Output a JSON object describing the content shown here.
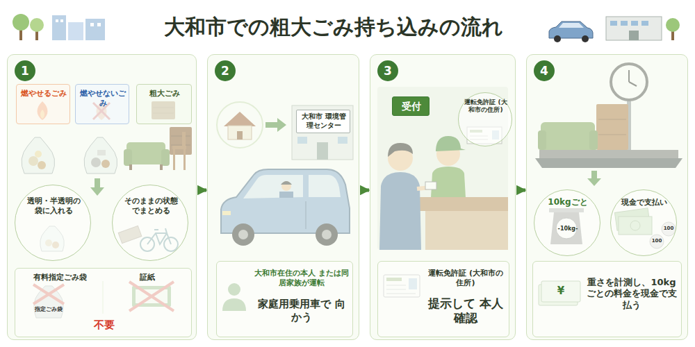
{
  "diagram": {
    "title": "大和市での粗大ごみ持ち込みの流れ",
    "nodes": [
      {
        "text": [
          "1"
        ]
      },
      {
        "text": [
          "燃やせるごみ"
        ],
        "in": 0
      },
      {
        "text": [
          "燃やせないごみ"
        ],
        "in": 0
      },
      {
        "text": [
          "粗大ごみ"
        ],
        "in": 0
      },
      {
        "text": [
          "透明・半透明の袋に入れる"
        ],
        "in": 0
      },
      {
        "text": [
          "そのままの状態でまとめる"
        ],
        "in": 0
      },
      {
        "text": [
          "有料指定ごみ袋",
          "証紙",
          "不要"
        ],
        "in": 0
      },
      {
        "text": [
          "2"
        ]
      },
      {
        "text": [
          "大和市 環境管理センター"
        ],
        "in": 7
      },
      {
        "text": [
          "大和市在住の本人 または同居家族が運転",
          "家庭用乗用車で 向かう"
        ],
        "in": 7
      },
      {
        "text": [
          "3"
        ]
      },
      {
        "text": [
          "受付"
        ],
        "in": 10
      },
      {
        "text": [
          "運転免許証 (大和市の住所)"
        ],
        "in": 10
      },
      {
        "text": [
          "運転免許証 (大和市の住所)",
          "提示して 本人確認"
        ],
        "in": 10
      },
      {
        "text": [
          "4"
        ]
      },
      {
        "text": [
          "10kgごと",
          "-10kg-"
        ],
        "in": 14
      },
      {
        "text": [
          "現金で支払い"
        ],
        "in": 14
      },
      {
        "text": [
          "重さを計測し、10kgごとの料金を現金で支払う"
        ],
        "in": 14
      }
    ],
    "edges": [
      {
        "from": 0,
        "to": 7,
        "arrow": "to"
      },
      {
        "from": 7,
        "to": 10,
        "arrow": "to"
      },
      {
        "from": 10,
        "to": 14,
        "arrow": "to"
      }
    ],
    "labels": [
      "指定ごみ袋",
      "100",
      "100",
      "¥"
    ]
  }
}
